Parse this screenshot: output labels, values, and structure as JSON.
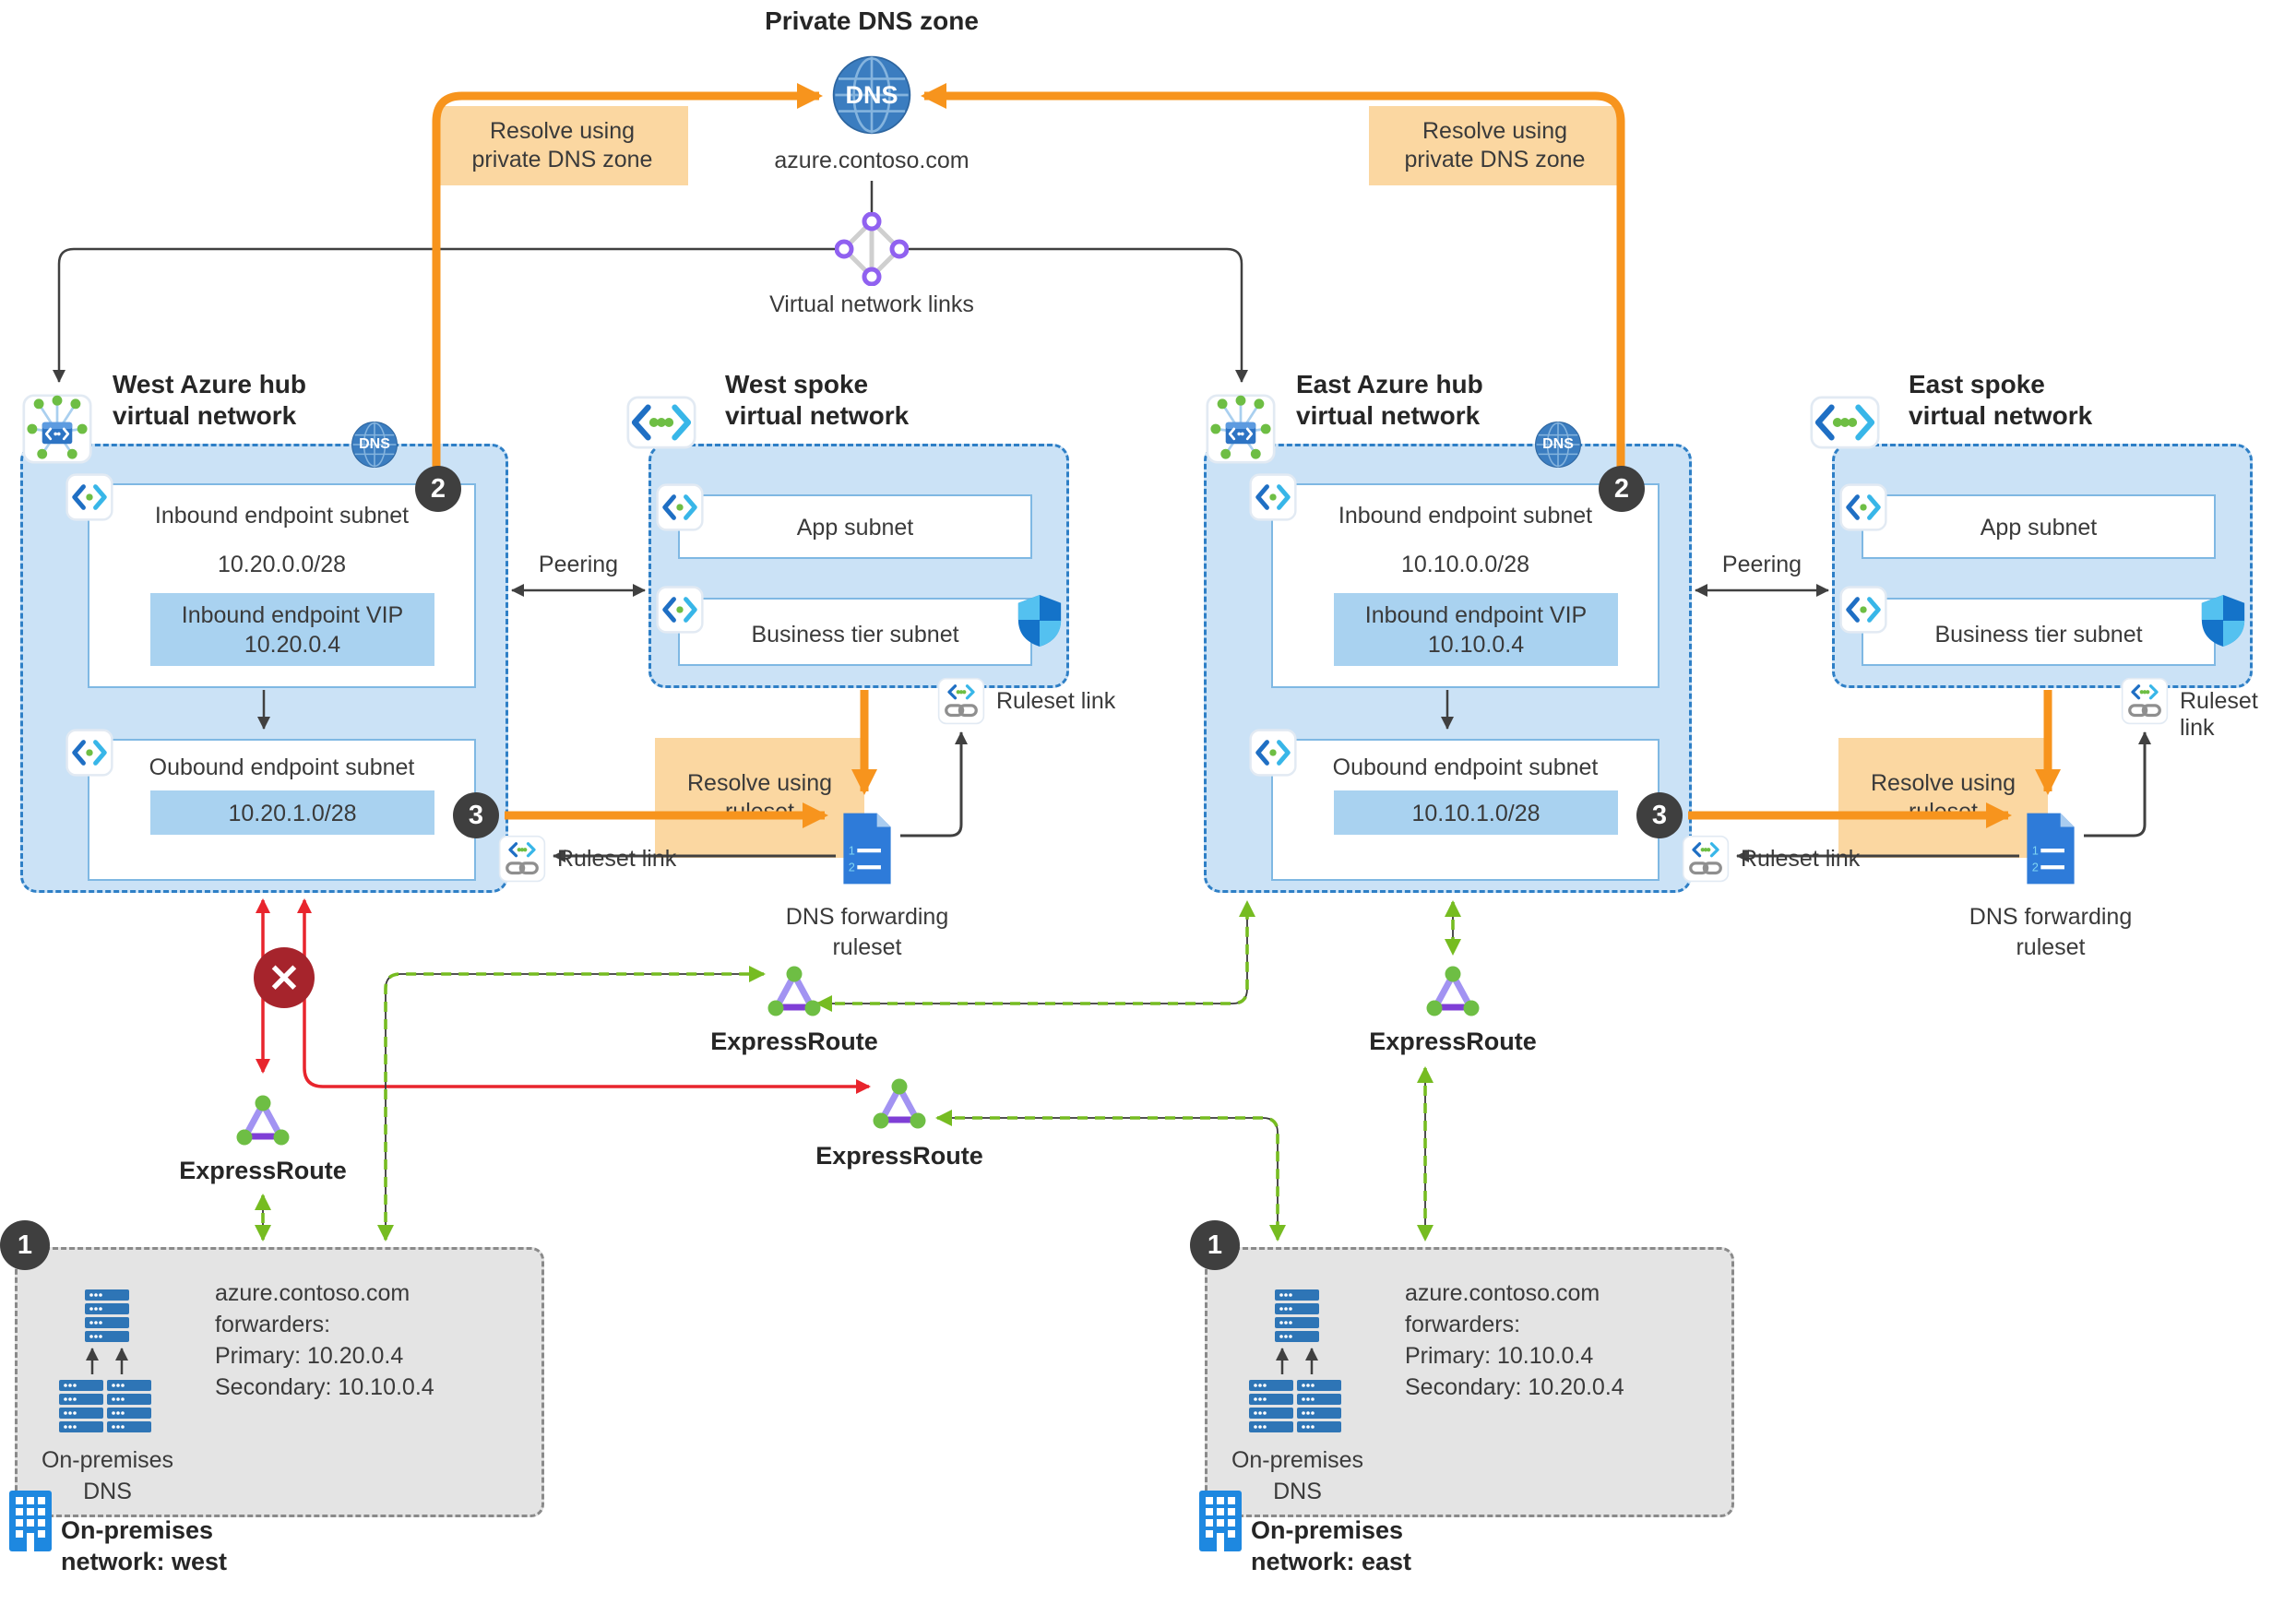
{
  "header": {
    "title": "Private DNS zone",
    "dns_label": "DNS",
    "zone": "azure.contoso.com",
    "vnet_links": "Virtual network links"
  },
  "callouts": {
    "west_private": "Resolve using\nprivate DNS zone",
    "east_private": "Resolve using\nprivate DNS zone",
    "west_ruleset": "Resolve using\nruleset",
    "east_ruleset": "Resolve using\nruleset"
  },
  "west_hub": {
    "title": "West Azure hub\nvirtual network",
    "dns_badge": "DNS",
    "step2": "2",
    "step3": "3",
    "inbound_title": "Inbound endpoint subnet",
    "inbound_cidr": "10.20.0.0/28",
    "vip": "Inbound endpoint VIP\n10.20.0.4",
    "outbound_title": "Oubound endpoint subnet",
    "outbound_cidr": "10.20.1.0/28",
    "ruleset_link": "Ruleset link"
  },
  "east_hub": {
    "title": "East Azure hub\nvirtual network",
    "dns_badge": "DNS",
    "step2": "2",
    "step3": "3",
    "inbound_title": "Inbound endpoint subnet",
    "inbound_cidr": "10.10.0.0/28",
    "vip": "Inbound endpoint VIP\n10.10.0.4",
    "outbound_title": "Oubound endpoint subnet",
    "outbound_cidr": "10.10.1.0/28",
    "ruleset_link": "Ruleset link"
  },
  "west_spoke": {
    "title": "West spoke\nvirtual network",
    "app": "App subnet",
    "business": "Business tier subnet",
    "ruleset_link": "Ruleset link"
  },
  "east_spoke": {
    "title": "East spoke\nvirtual network",
    "app": "App subnet",
    "business": "Business tier subnet",
    "ruleset_link": "Ruleset link"
  },
  "peering": {
    "west": "Peering",
    "east": "Peering"
  },
  "forwarding": {
    "west_label": "DNS forwarding\nruleset",
    "east_label": "DNS forwarding\nruleset"
  },
  "expressroute": {
    "west": "ExpressRoute",
    "mid_west": "ExpressRoute",
    "mid_east": "ExpressRoute",
    "east": "ExpressRoute"
  },
  "onprem_west": {
    "step": "1",
    "forwarders": "azure.contoso.com\nforwarders:\nPrimary: 10.20.0.4\nSecondary: 10.10.0.4",
    "dns_label": "On-premises\nDNS",
    "network_label": "On-premises\nnetwork: west"
  },
  "onprem_east": {
    "step": "1",
    "forwarders": "azure.contoso.com\nforwarders:\nPrimary: 10.10.0.4\nSecondary: 10.20.0.4",
    "dns_label": "On-premises\nDNS",
    "network_label": "On-premises\nnetwork: east"
  },
  "colors": {
    "orange": "#F7941D",
    "orange_fill": "#FBD7A1",
    "vnet_fill": "#CBE2F6",
    "vnet_border": "#2E7FC6",
    "inner_blue": "#A9D2F0",
    "green": "#76BC21",
    "red": "#E8252D",
    "error_red": "#A6242C",
    "badge_gray": "#3F3F3F"
  }
}
